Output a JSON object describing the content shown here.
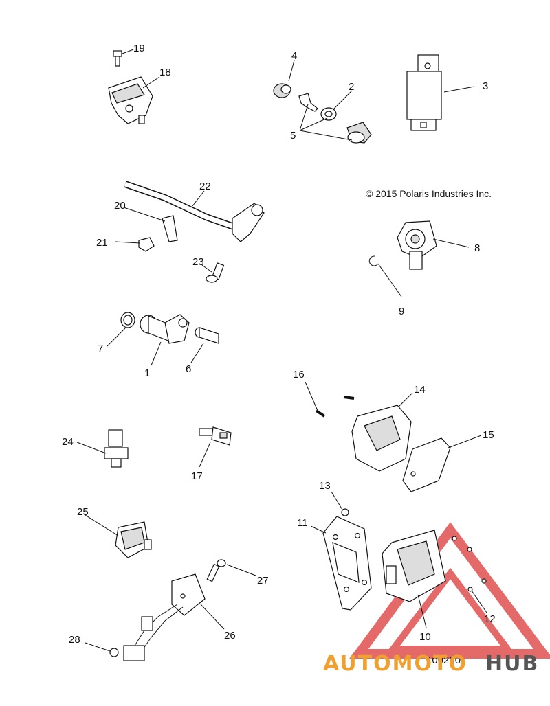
{
  "diagram": {
    "copyright": "© 2015 Polaris Industries Inc.",
    "figure_id": "100280",
    "watermark": {
      "part1": "AUTOMOTO",
      "part2": "HUB",
      "colors": {
        "triangle": "#e05050",
        "auto": "#f0a030",
        "hub": "#555555"
      }
    },
    "callouts": {
      "c1": "1",
      "c2": "2",
      "c3": "3",
      "c4": "4",
      "c5": "5",
      "c6": "6",
      "c7": "7",
      "c8": "8",
      "c9": "9",
      "c10": "10",
      "c11": "11",
      "c12": "12",
      "c13": "13",
      "c14": "14",
      "c15": "15",
      "c16": "16",
      "c17": "17",
      "c18": "18",
      "c19": "19",
      "c20": "20",
      "c21": "21",
      "c22": "22",
      "c23": "23",
      "c24": "24",
      "c25": "25",
      "c26": "26",
      "c27": "27",
      "c28": "28"
    }
  }
}
